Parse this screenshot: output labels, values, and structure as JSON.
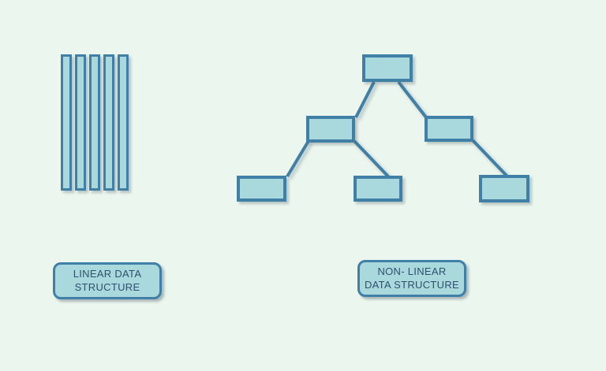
{
  "colors": {
    "background": "#ebf6ee",
    "shape_fill": "#a9d9dd",
    "shape_border": "#4080a6",
    "label_text": "#2f4f6e"
  },
  "linear_group": {
    "label": "LINEAR DATA STRUCTURE",
    "bar_count": 5
  },
  "nonlinear_group": {
    "label": "NON- LINEAR DATA STRUCTURE",
    "node_count": 6,
    "edge_count": 5
  }
}
